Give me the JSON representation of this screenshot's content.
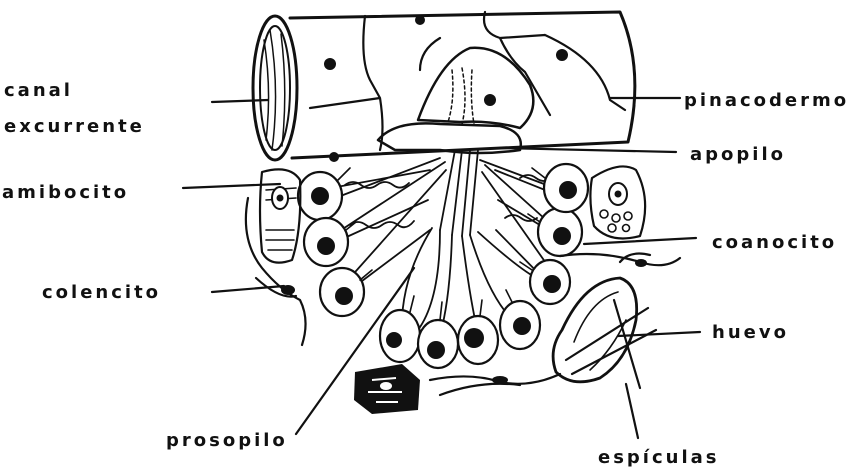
{
  "labels": {
    "canal_excurrente_line1": "canal",
    "canal_excurrente_line2": "excurrente",
    "pinacodermo": "pinacodermo",
    "apopilo": "apopilo",
    "amibocito": "amibocito",
    "coanocito": "coanocito",
    "colencito": "colencito",
    "huevo": "huevo",
    "prosopilo": "prosopilo",
    "espiculas": "espículas"
  }
}
